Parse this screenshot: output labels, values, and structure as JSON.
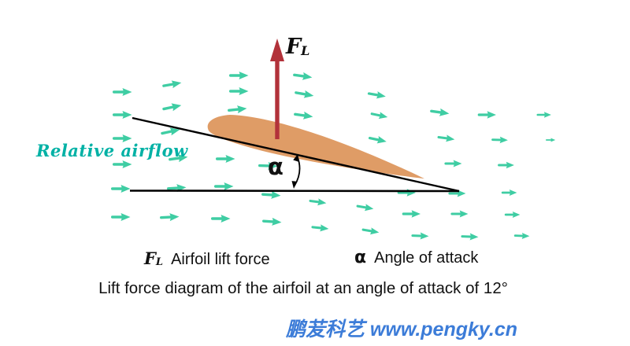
{
  "diagram": {
    "relative_airflow_label": "Relative airflow",
    "lift_symbol": "F",
    "lift_symbol_sub": "L",
    "alpha_symbol": "α",
    "airflow_arrows": [
      [
        157,
        117,
        0,
        1
      ],
      [
        220,
        107,
        -10,
        1
      ],
      [
        305,
        96,
        0,
        1
      ],
      [
        305,
        116,
        0,
        1
      ],
      [
        386,
        97,
        8,
        1
      ],
      [
        388,
        120,
        10,
        1
      ],
      [
        157,
        146,
        0,
        1
      ],
      [
        220,
        136,
        -12,
        1
      ],
      [
        303,
        139,
        -6,
        1
      ],
      [
        387,
        147,
        8,
        1
      ],
      [
        480,
        121,
        10,
        0.95
      ],
      [
        483,
        147,
        12,
        0.9
      ],
      [
        560,
        143,
        8,
        1
      ],
      [
        620,
        146,
        0,
        0.95
      ],
      [
        692,
        146,
        0,
        0.75
      ],
      [
        157,
        176,
        0,
        1
      ],
      [
        218,
        167,
        -12,
        1
      ],
      [
        481,
        178,
        12,
        0.95
      ],
      [
        568,
        176,
        8,
        0.9
      ],
      [
        636,
        178,
        2,
        0.85
      ],
      [
        700,
        178,
        0,
        0.5
      ],
      [
        157,
        209,
        0,
        1
      ],
      [
        228,
        201,
        -8,
        1
      ],
      [
        288,
        202,
        0,
        1
      ],
      [
        342,
        211,
        2,
        1
      ],
      [
        577,
        208,
        0,
        0.9
      ],
      [
        644,
        210,
        0,
        0.85
      ],
      [
        155,
        240,
        0,
        1
      ],
      [
        226,
        239,
        -4,
        1
      ],
      [
        286,
        237,
        0,
        1
      ],
      [
        346,
        248,
        4,
        1
      ],
      [
        405,
        257,
        8,
        0.9
      ],
      [
        518,
        245,
        0,
        0.95
      ],
      [
        582,
        246,
        0,
        0.9
      ],
      [
        648,
        245,
        0,
        0.8
      ],
      [
        155,
        276,
        0,
        1
      ],
      [
        217,
        276,
        -3,
        1
      ],
      [
        282,
        278,
        0,
        1
      ],
      [
        347,
        282,
        4,
        1
      ],
      [
        465,
        264,
        10,
        0.9
      ],
      [
        524,
        272,
        0,
        0.95
      ],
      [
        585,
        272,
        0,
        0.9
      ],
      [
        652,
        273,
        0,
        0.8
      ],
      [
        408,
        290,
        6,
        0.9
      ],
      [
        472,
        294,
        10,
        0.9
      ],
      [
        535,
        300,
        2,
        0.9
      ],
      [
        598,
        301,
        2,
        0.9
      ],
      [
        664,
        300,
        2,
        0.8
      ]
    ]
  },
  "legend": {
    "lift_symbol": "F",
    "lift_symbol_sub": "L",
    "lift_label": "Airfoil lift force",
    "alpha_symbol": "α",
    "alpha_label": "Angle of attack"
  },
  "caption": {
    "text": "Lift force diagram of the airfoil at an angle of attack of 12°"
  },
  "footer": {
    "text": "鹏苃科艺 www.pengky.cn"
  },
  "colors": {
    "arrow": "#3fcda3",
    "airfoil": "#df9c66",
    "lift": "#b2323a",
    "airflow-text": "#00b1a5",
    "footer-blue": "#3c7cd8",
    "line": "#000000"
  }
}
